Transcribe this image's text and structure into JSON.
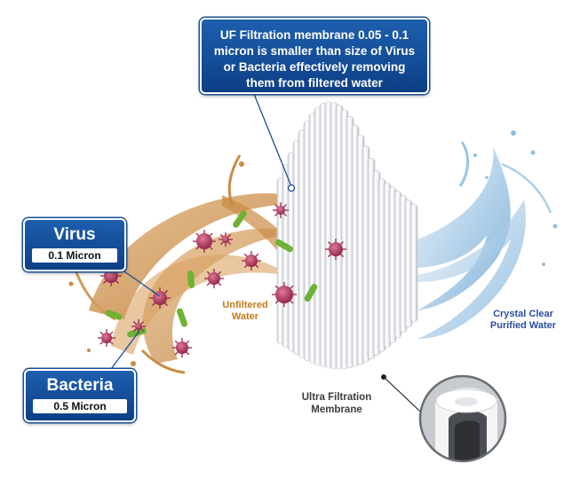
{
  "uf_callout": {
    "lines": [
      "UF Filtration membrane 0.05 - 0.1",
      "micron is smaller than size of Virus",
      "or Bacteria effectively removing",
      "them from filtered water"
    ]
  },
  "virus_callout": {
    "name": "Virus",
    "size": "0.1 Micron"
  },
  "bacteria_callout": {
    "name": "Bacteria",
    "size": "0.5 Micron"
  },
  "labels": {
    "unfiltered": [
      "Unfiltered",
      "Water"
    ],
    "clear": [
      "Crystal Clear",
      "Purified Water"
    ],
    "membrane": [
      "Ultra Filtration",
      "Membrane"
    ]
  },
  "colors": {
    "callout_blue": "#1356a2",
    "unfiltered_water": "#d19a55",
    "virus": "#b3325a",
    "bacteria": "#6fb234",
    "clear_water": "#7fb6dc",
    "unfiltered_text": "#c57a18",
    "clear_text": "#2b4ea2"
  }
}
